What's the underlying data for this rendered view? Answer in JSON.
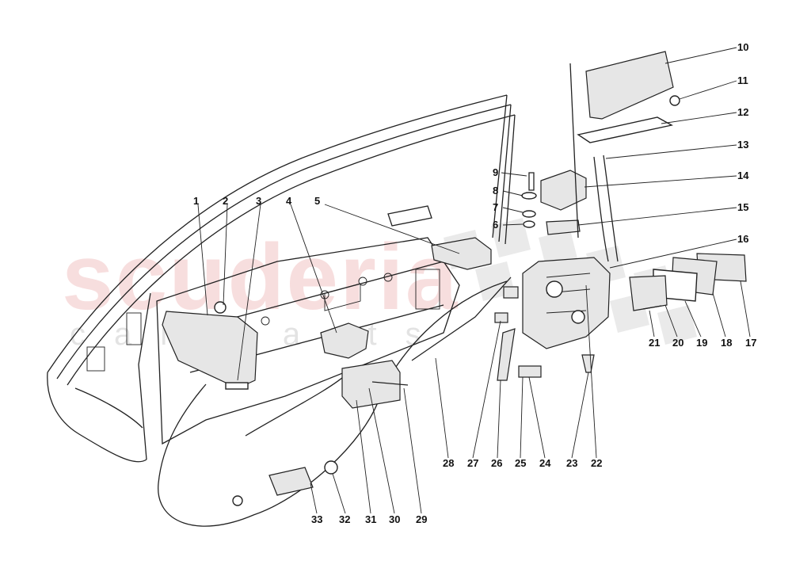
{
  "watermark": {
    "brand": "scuderia",
    "subtitle": "car parts"
  },
  "colors": {
    "watermark": "#f2c4c4",
    "checker": "#d9d9d9",
    "line": "#222222"
  },
  "callouts": [
    {
      "n": "1"
    },
    {
      "n": "2"
    },
    {
      "n": "3"
    },
    {
      "n": "4"
    },
    {
      "n": "5"
    },
    {
      "n": "6"
    },
    {
      "n": "7"
    },
    {
      "n": "8"
    },
    {
      "n": "9"
    },
    {
      "n": "10"
    },
    {
      "n": "11"
    },
    {
      "n": "12"
    },
    {
      "n": "13"
    },
    {
      "n": "14"
    },
    {
      "n": "15"
    },
    {
      "n": "16"
    },
    {
      "n": "17"
    },
    {
      "n": "18"
    },
    {
      "n": "19"
    },
    {
      "n": "20"
    },
    {
      "n": "21"
    },
    {
      "n": "22"
    },
    {
      "n": "23"
    },
    {
      "n": "24"
    },
    {
      "n": "25"
    },
    {
      "n": "26"
    },
    {
      "n": "27"
    },
    {
      "n": "28"
    },
    {
      "n": "29"
    },
    {
      "n": "30"
    },
    {
      "n": "31"
    },
    {
      "n": "32"
    },
    {
      "n": "33"
    }
  ]
}
